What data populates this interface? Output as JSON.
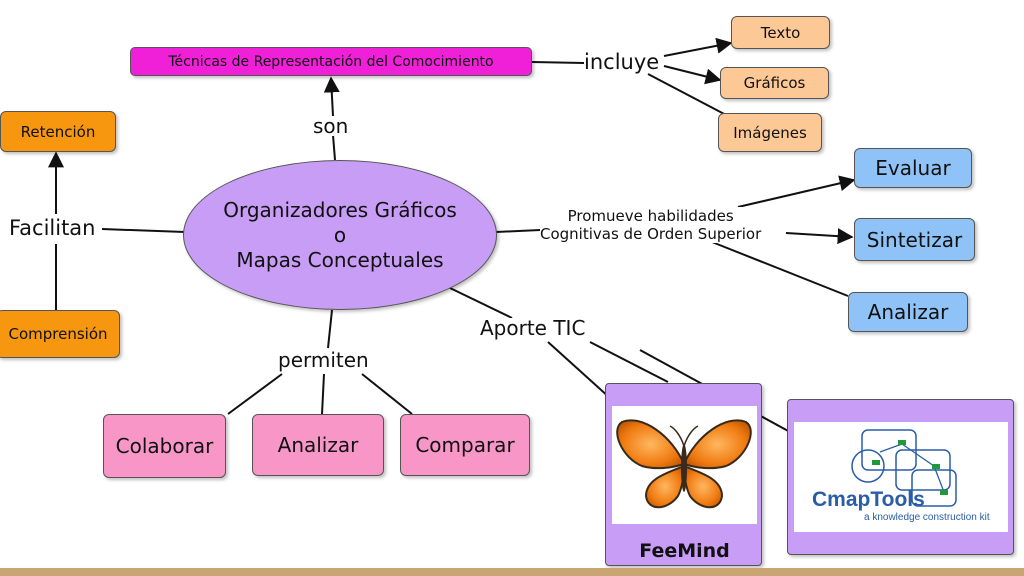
{
  "colors": {
    "magenta": "#f020d8",
    "orange_light": "#fcc896",
    "orange": "#f7960f",
    "blue": "#8fc3f7",
    "pink": "#f897c7",
    "purple": "#c79df5"
  },
  "center": {
    "line1": "Organizadores Gráficos",
    "line2": "o",
    "line3": "Mapas Conceptuales"
  },
  "top": {
    "title": "Técnicas de Representación del Comocimiento",
    "link_son": "son",
    "link_incluye": "incluye",
    "items": [
      "Texto",
      "Gráficos",
      "Imágenes"
    ]
  },
  "left": {
    "link": "Facilitan",
    "items": [
      "Retención",
      "Comprensión"
    ]
  },
  "right": {
    "link_line1": "Promueve habilidades",
    "link_line2": "Cognitivas de Orden Superior",
    "items": [
      "Evaluar",
      "Sintetizar",
      "Analizar"
    ]
  },
  "bottom": {
    "link": "permiten",
    "items": [
      "Colaborar",
      "Analizar",
      "Comparar"
    ]
  },
  "tic": {
    "link": "Aporte TIC",
    "freemind_label": "FeeMind",
    "cmaptools_name": "CmapTools",
    "cmaptools_tagline": "a knowledge construction kit"
  }
}
